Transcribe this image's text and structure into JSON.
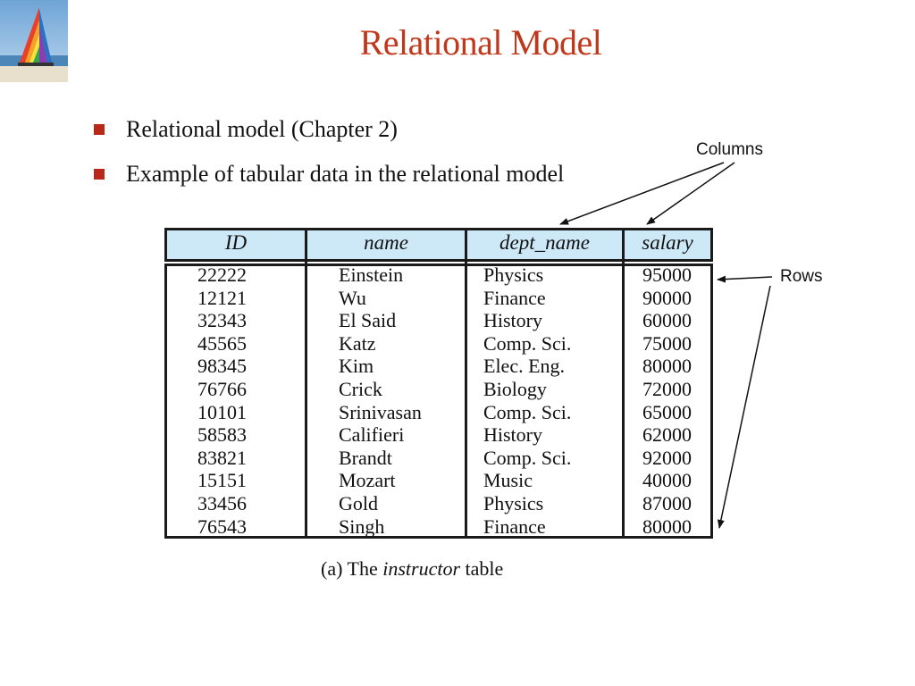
{
  "slide": {
    "title": "Relational Model",
    "bullets": [
      "Relational model (Chapter 2)",
      "Example of tabular data in the relational model"
    ],
    "callouts": {
      "columns": "Columns",
      "rows": "Rows"
    }
  },
  "table": {
    "headers": [
      "ID",
      "name",
      "dept_name",
      "salary"
    ],
    "rows": [
      [
        "22222",
        "Einstein",
        "Physics",
        "95000"
      ],
      [
        "12121",
        "Wu",
        "Finance",
        "90000"
      ],
      [
        "32343",
        "El Said",
        "History",
        "60000"
      ],
      [
        "45565",
        "Katz",
        "Comp. Sci.",
        "75000"
      ],
      [
        "98345",
        "Kim",
        "Elec. Eng.",
        "80000"
      ],
      [
        "76766",
        "Crick",
        "Biology",
        "72000"
      ],
      [
        "10101",
        "Srinivasan",
        "Comp. Sci.",
        "65000"
      ],
      [
        "58583",
        "Califieri",
        "History",
        "62000"
      ],
      [
        "83821",
        "Brandt",
        "Comp. Sci.",
        "92000"
      ],
      [
        "15151",
        "Mozart",
        "Music",
        "40000"
      ],
      [
        "33456",
        "Gold",
        "Physics",
        "87000"
      ],
      [
        "76543",
        "Singh",
        "Finance",
        "80000"
      ]
    ],
    "caption_prefix": "(a) The",
    "caption_italic": "instructor",
    "caption_suffix": "table"
  },
  "colors": {
    "title": "#c0381c",
    "bullet": "#b8291a",
    "header_bg": "#cde9f8"
  }
}
